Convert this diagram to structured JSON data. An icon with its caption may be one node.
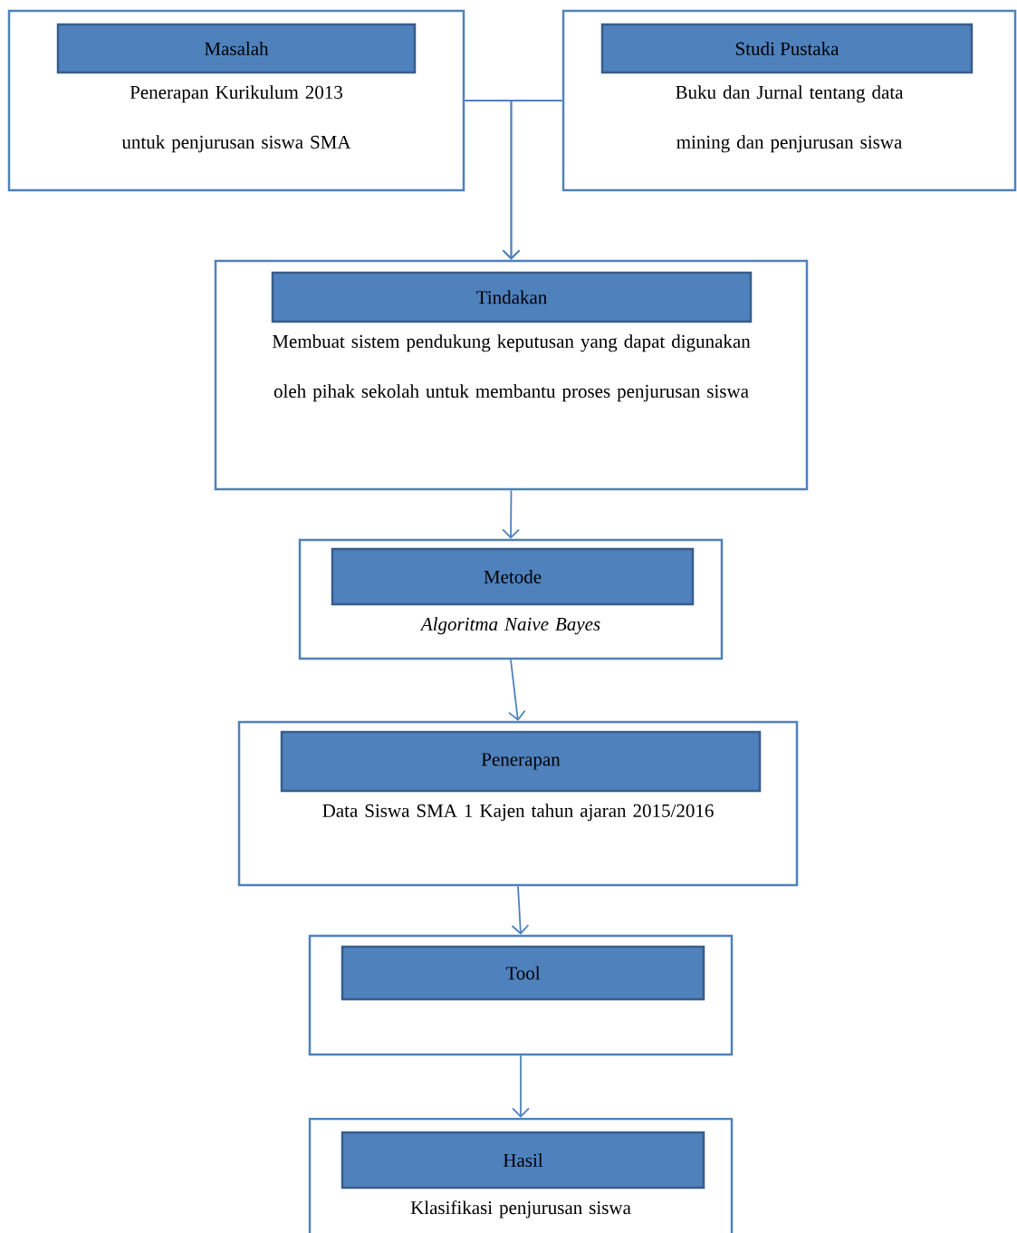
{
  "diagram": {
    "nodes": [
      {
        "text": [
          "Masalah",
          "Penerapan Kurikulum 2013 untuk penjurusan siswa SMA"
        ]
      },
      {
        "text": [
          "Studi Pustaka",
          "Buku dan Jurnal tentang data mining dan penjurusan siswa"
        ]
      },
      {
        "text": [
          "Tindakan",
          "Membuat sistem pendukung keputusan yang dapat digunakan oleh pihak sekolah untuk membantu proses penjurusan siswa"
        ]
      },
      {
        "text": [
          "Metode",
          "Algoritma Naive Bayes"
        ]
      },
      {
        "text": [
          "Penerapan",
          "Data Siswa SMA 1 Kajen tahun ajaran 2015/2016"
        ]
      },
      {
        "text": [
          "Tool"
        ]
      },
      {
        "text": [
          "Hasil",
          "Klasifikasi penjurusan siswa"
        ]
      }
    ],
    "edges": [
      {
        "from": 0,
        "to": 2,
        "arrow": "to"
      },
      {
        "from": 1,
        "to": 2,
        "arrow": "to"
      },
      {
        "from": 2,
        "to": 3,
        "arrow": "to"
      },
      {
        "from": 3,
        "to": 4,
        "arrow": "to"
      },
      {
        "from": 4,
        "to": 5,
        "arrow": "to"
      },
      {
        "from": 5,
        "to": 6,
        "arrow": "to"
      }
    ]
  }
}
